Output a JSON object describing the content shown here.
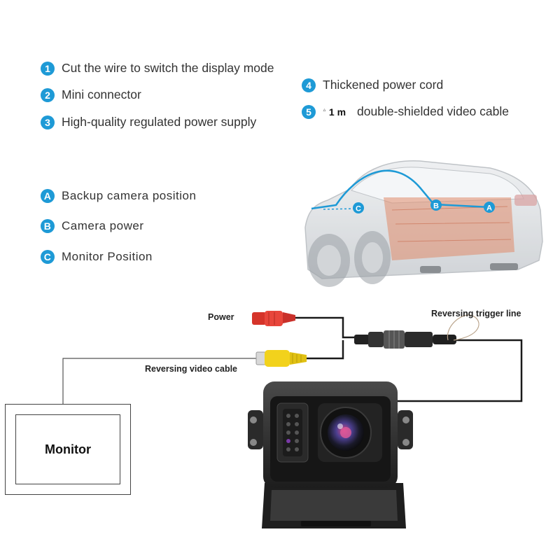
{
  "features_left": [
    {
      "number": "1",
      "text": "Cut the wire to switch the display mode"
    },
    {
      "number": "2",
      "text": "Mini connector"
    },
    {
      "number": "3",
      "text": "High-quality regulated power supply"
    }
  ],
  "features_right": [
    {
      "number": "4",
      "text": "Thickened power cord"
    },
    {
      "number": "5",
      "note": "ᐞ",
      "length": "1 m",
      "text": "double-shielded video cable"
    }
  ],
  "positions": [
    {
      "letter": "A",
      "text": "Backup camera position"
    },
    {
      "letter": "B",
      "text": "Camera power"
    },
    {
      "letter": "C",
      "text": "Monitor Position"
    }
  ],
  "car_markers": {
    "a": "A",
    "b": "B",
    "c": "C"
  },
  "labels": {
    "power": "Power",
    "reversing_trigger": "Reversing trigger line",
    "video_cable": "Reversing video cable",
    "monitor": "Monitor"
  },
  "colors": {
    "accent": "#1e9ad6",
    "power_plug": "#e23a2e",
    "video_plug": "#f2d21c",
    "camera_body": "#2b2b2b"
  }
}
